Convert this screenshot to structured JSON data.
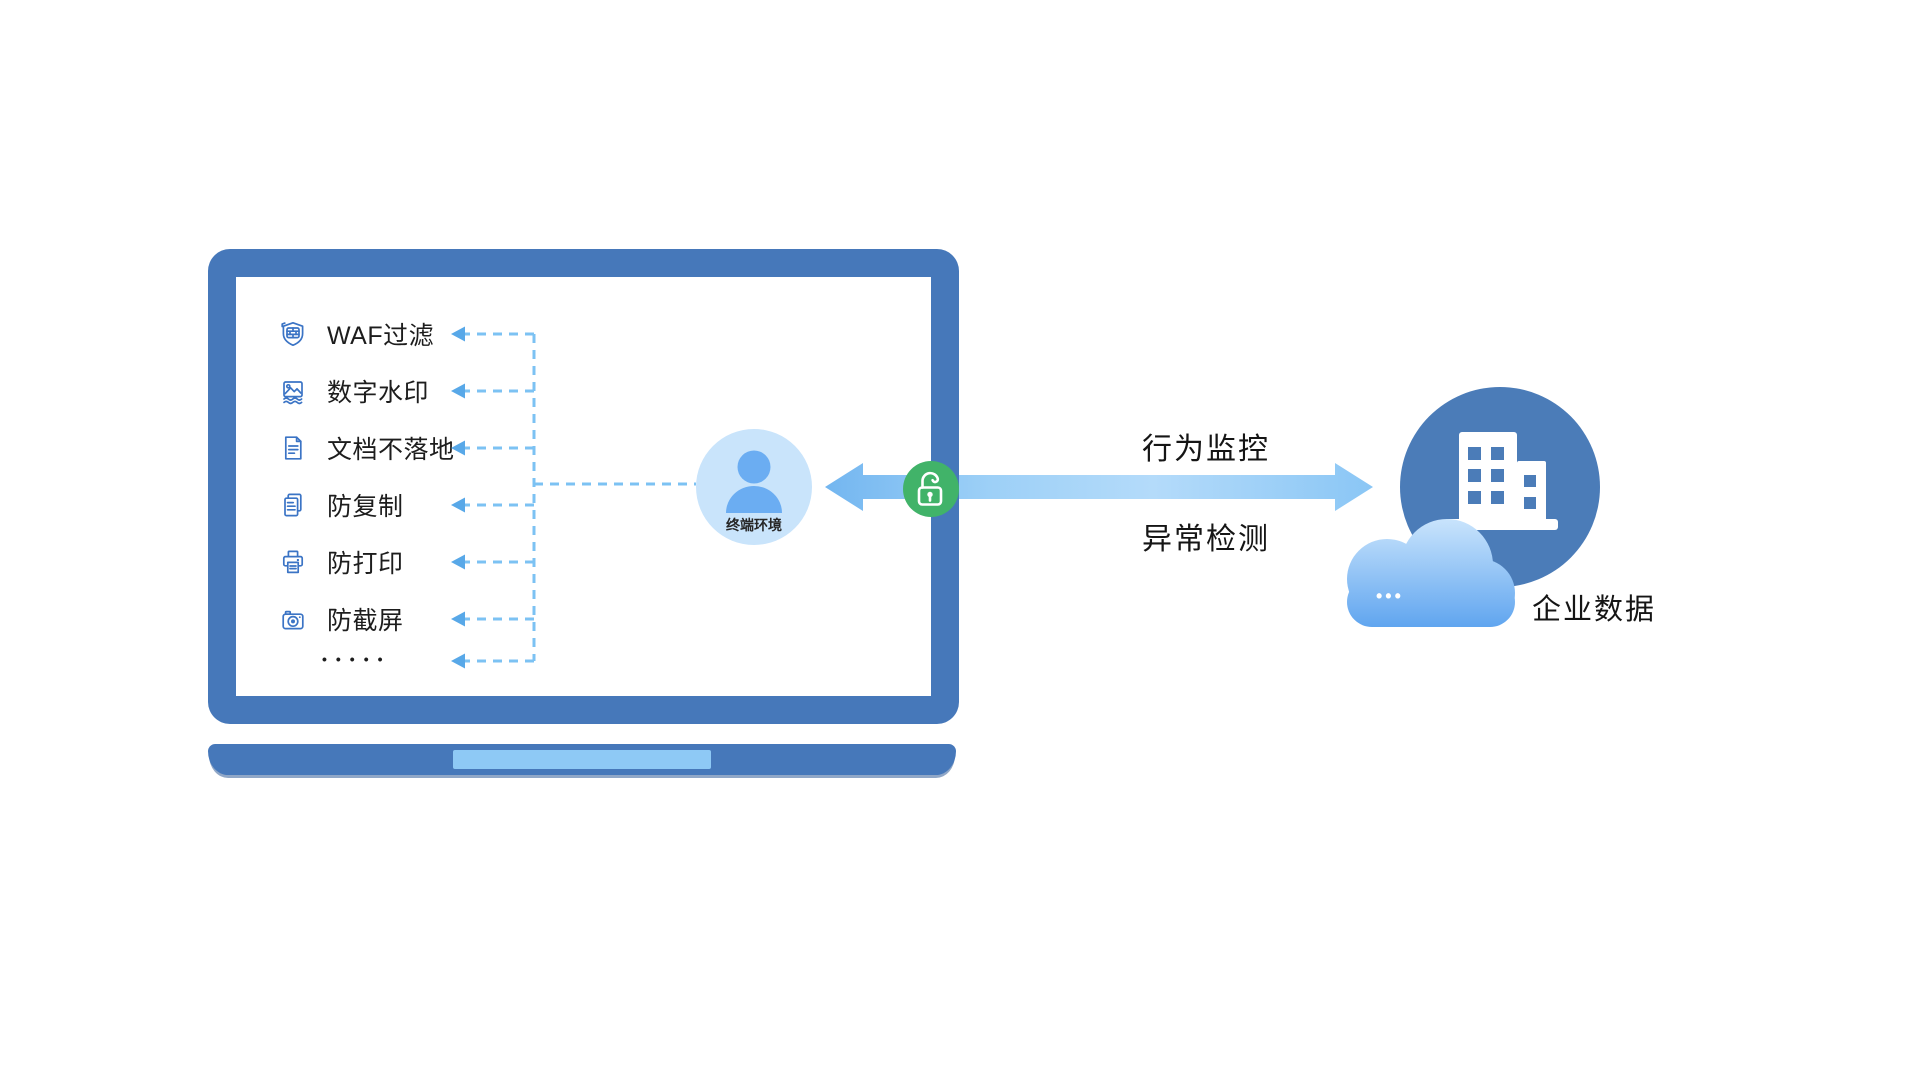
{
  "terminal_screen": {
    "features": [
      {
        "label": "WAF过滤",
        "icon": "shield-waf-icon"
      },
      {
        "label": "数字水印",
        "icon": "watermark-icon"
      },
      {
        "label": "文档不落地",
        "icon": "document-icon"
      },
      {
        "label": "防复制",
        "icon": "copy-icon"
      },
      {
        "label": "防打印",
        "icon": "printer-icon"
      },
      {
        "label": "防截屏",
        "icon": "camera-icon"
      }
    ],
    "ellipsis": "•••••",
    "avatar_label": "终端环境"
  },
  "link": {
    "top_label": "行为监控",
    "bottom_label": "异常检测",
    "lock_icon": "unlock-icon"
  },
  "enterprise": {
    "label": "企业数据",
    "cloud_dots": "•••"
  },
  "colors": {
    "laptop_frame": "#4678ba",
    "trackpad": "#8ec9f5",
    "icon_stroke": "#3b74c5",
    "dash_line": "#7cc2f3",
    "dash_arrowhead": "#58a8e8",
    "avatar_bg": "#c9e4fb",
    "avatar_person": "#6badf2",
    "arrow_gradient_start": "#73b6f0",
    "arrow_gradient_mid": "#b4dbfa",
    "arrow_gradient_end": "#8ac6f5",
    "lock_badge": "#41b369",
    "enterprise_circle": "#4b7cb8",
    "cloud_top": "#c9e4fc",
    "cloud_bottom": "#5ea4ef",
    "text": "#1a1a1a"
  }
}
